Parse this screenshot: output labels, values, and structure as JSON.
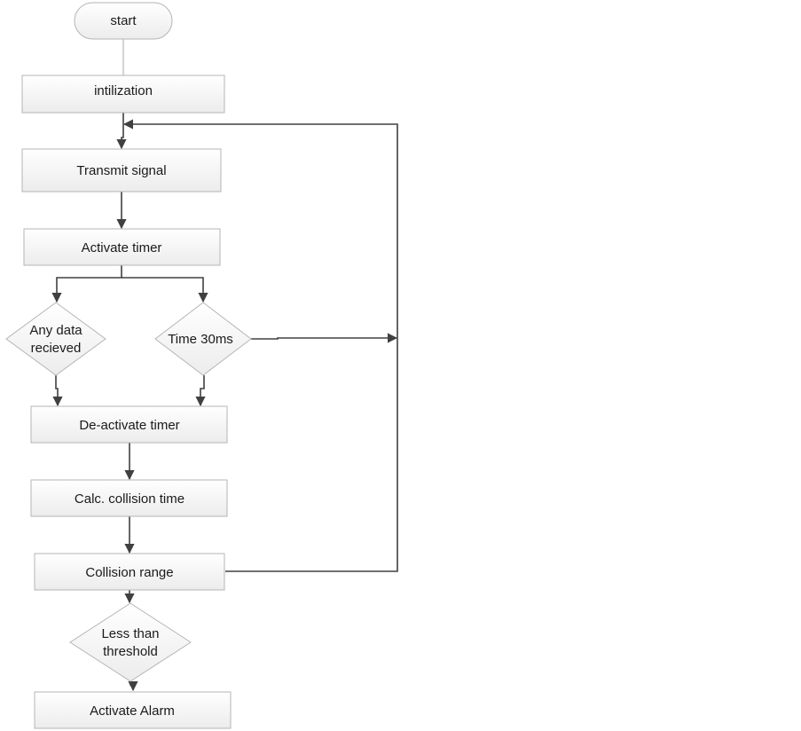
{
  "nodes": {
    "start": "start",
    "init": "intilization",
    "transmit": "Transmit signal",
    "activate_timer": "Activate timer",
    "any_data_line1": "Any data",
    "any_data_line2": "recieved",
    "time_30ms": "Time 30ms",
    "deactivate": "De-activate timer",
    "calc": "Calc. collision time",
    "collision_range": "Collision range",
    "less_than_line1": "Less than",
    "less_than_line2": "threshold",
    "activate_alarm": "Activate Alarm"
  }
}
